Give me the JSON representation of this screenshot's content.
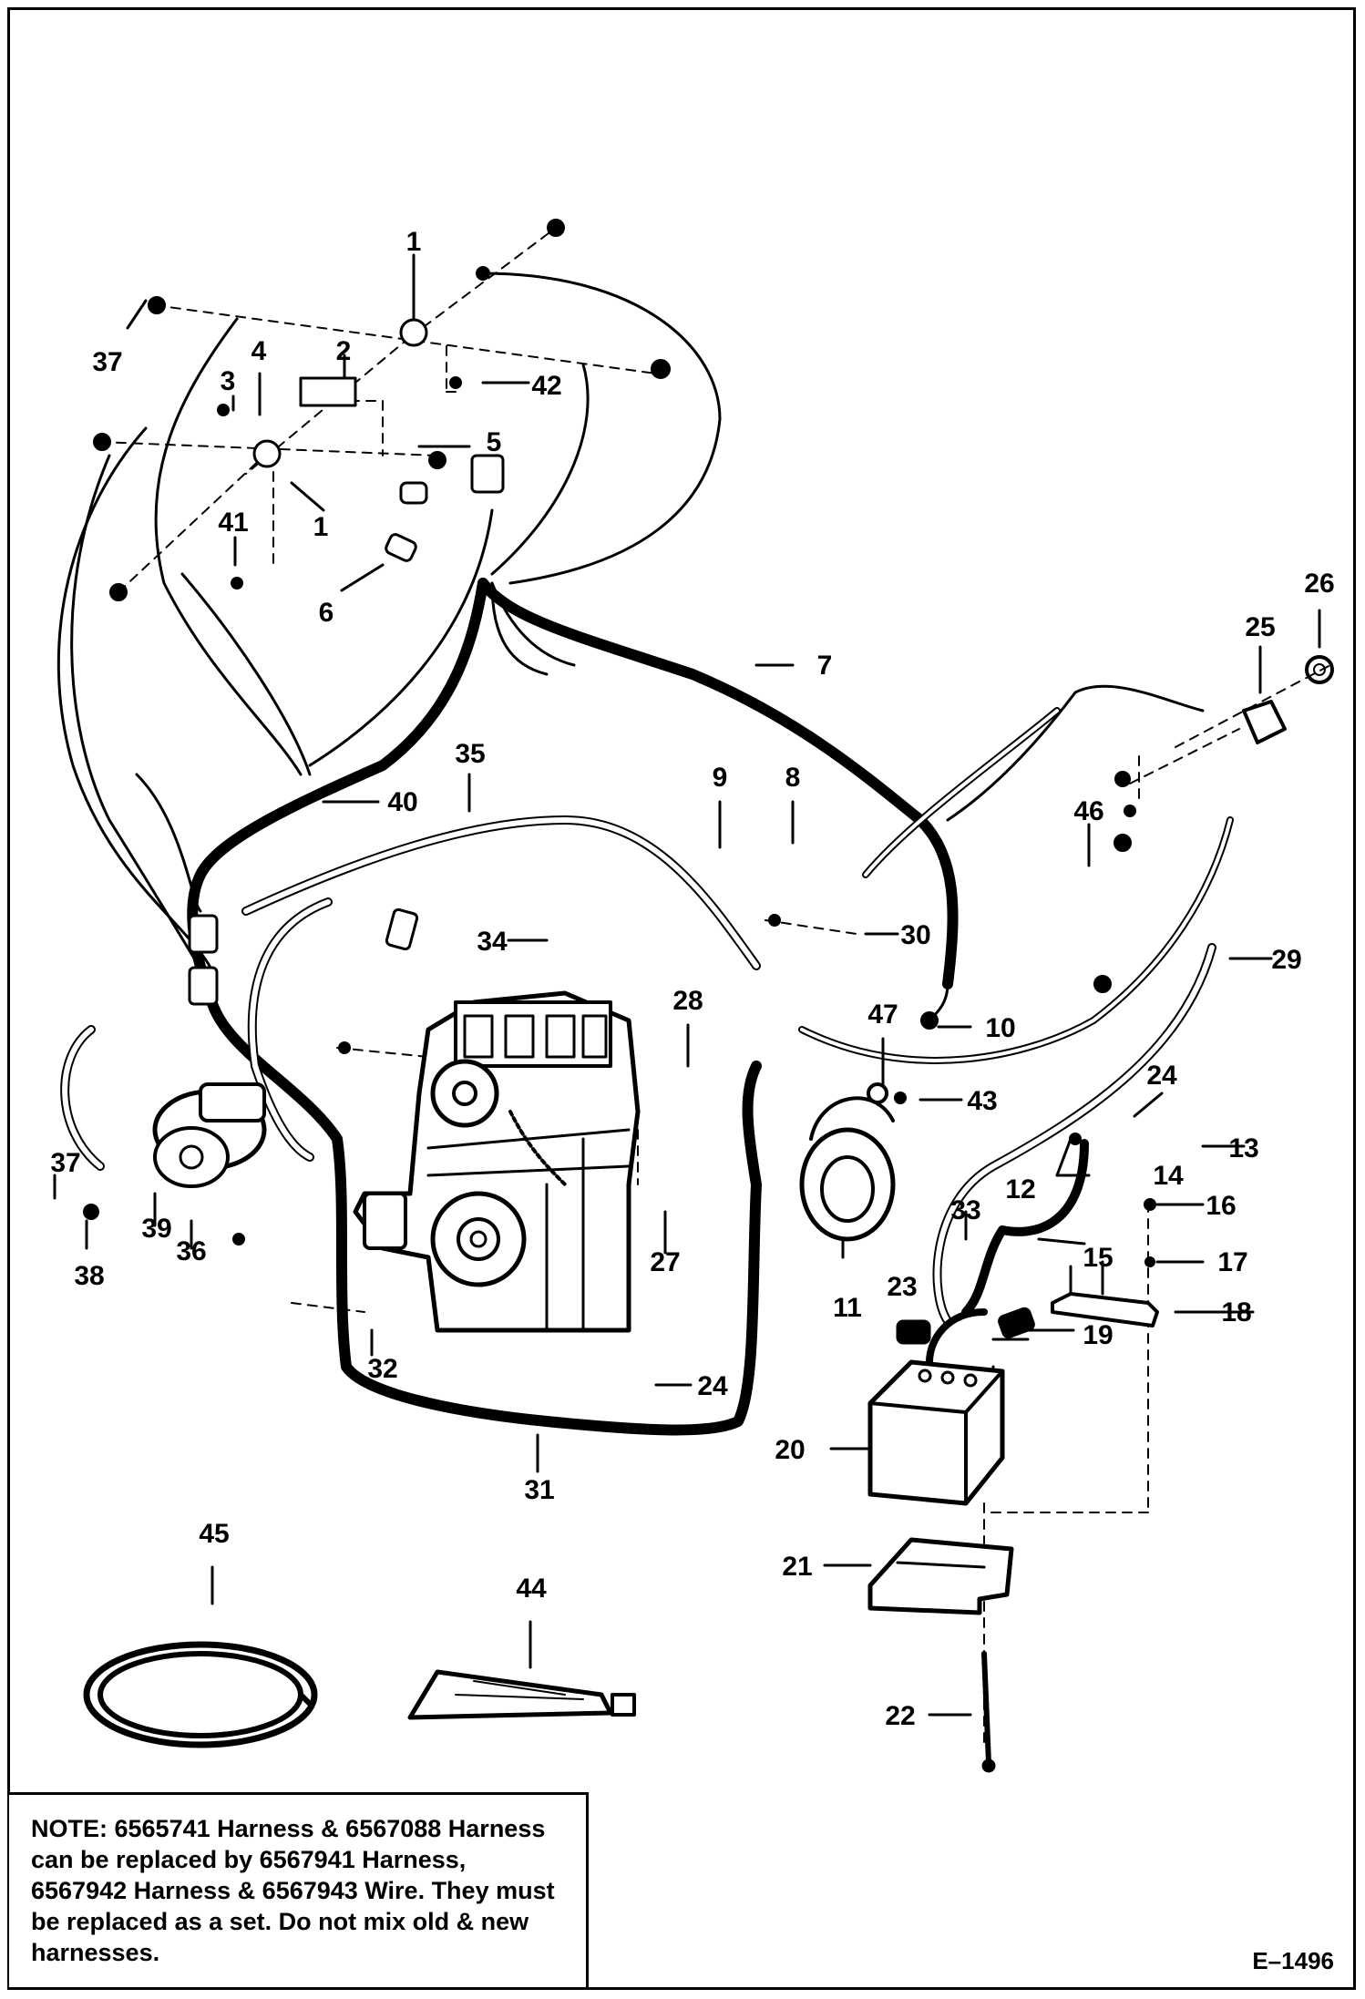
{
  "diagram": {
    "callouts": [
      "1",
      "37",
      "2",
      "4",
      "3",
      "42",
      "1",
      "5",
      "41",
      "6",
      "7",
      "26",
      "25",
      "35",
      "40",
      "9",
      "8",
      "46",
      "34",
      "30",
      "29",
      "10",
      "47",
      "28",
      "43",
      "24",
      "13",
      "37",
      "39",
      "36",
      "38",
      "14",
      "12",
      "16",
      "33",
      "27",
      "15",
      "17",
      "11",
      "23",
      "18",
      "19",
      "32",
      "24",
      "20",
      "31",
      "21",
      "45",
      "44",
      "22"
    ]
  },
  "note": {
    "label": "NOTE:",
    "text": " 6565741 Harness & 6567088 Harness can be replaced by 6567941 Harness, 6567942 Harness & 6567943 Wire. They must be replaced as a set. Do not mix old & new harnesses."
  },
  "drawing_id": "E–1496"
}
